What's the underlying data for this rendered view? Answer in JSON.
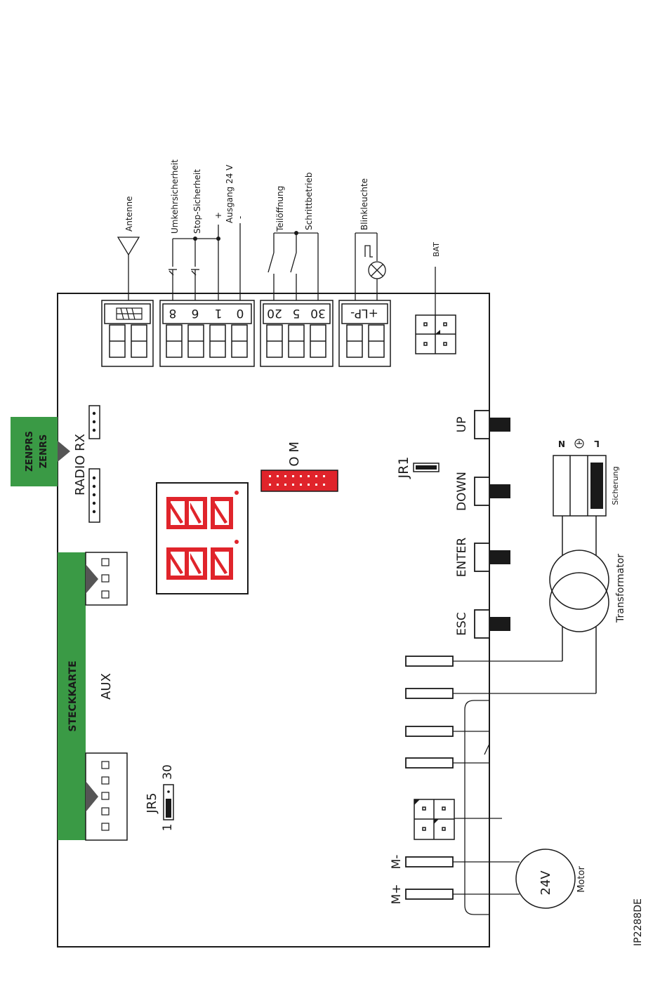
{
  "colors": {
    "line": "#1a1a1a",
    "green": "#3a9a45",
    "red": "#e0242b",
    "white": "#ffffff"
  },
  "labels": {
    "antenne": "Antenne",
    "umkehr": "Umkehrsicherheit",
    "stop": "Stop-Sicherheit",
    "ausgang": "Ausgang 24 V",
    "plus": "+",
    "minus": "-",
    "teiloeffnung": "Teilöffnung",
    "schrittbetrieb": "Schrittbetrieb",
    "blinkleuchte": "Blinkleuchte",
    "bat": "BAT",
    "zenprs": "ZENPRS",
    "zenrs": "ZENRS",
    "radio_rx": "RADIO RX",
    "com": "C O M",
    "jr1": "JR1",
    "up": "UP",
    "down": "DOWN",
    "enter": "ENTER",
    "esc": "ESC",
    "steckkarte": "STECKKARTE",
    "aux": "AUX",
    "jr5": "JR5",
    "jr5_1": "1",
    "jr5_30": "30",
    "mplus": "M+",
    "mminus": "M-",
    "motor_v": "24V",
    "motor": "Motor",
    "transformator": "Transformator",
    "sicherung": "Sicherung",
    "fuse_n": "N",
    "fuse_l": "L",
    "code": "IP2288DE"
  },
  "terminals": {
    "block1": [
      "8",
      "6",
      "1",
      "0"
    ],
    "block2": [
      "20",
      "5",
      "30"
    ],
    "block3": "+LP-"
  },
  "icons": [
    "antenna-icon",
    "lamp-icon",
    "transformer-icon",
    "motor-icon",
    "ground-icon",
    "switch-icon"
  ]
}
